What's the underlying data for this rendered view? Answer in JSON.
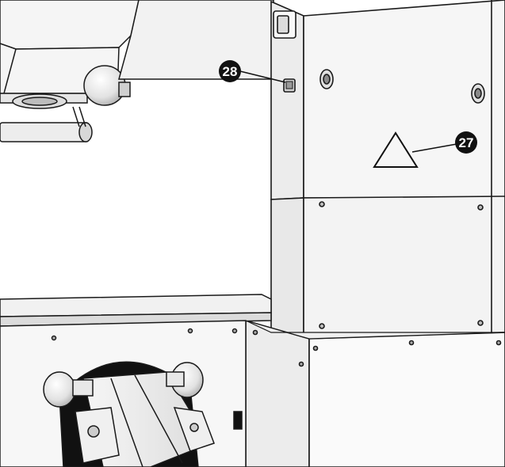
{
  "callouts": [
    {
      "id": "28",
      "label": "28"
    },
    {
      "id": "27",
      "label": "27"
    }
  ],
  "colors": {
    "line": "#1a1a1a",
    "panel": "#f4f4f4",
    "shadow": "#d9d9d9",
    "dark": "#111111"
  },
  "symbols": [
    "warning-triangle-icon"
  ]
}
